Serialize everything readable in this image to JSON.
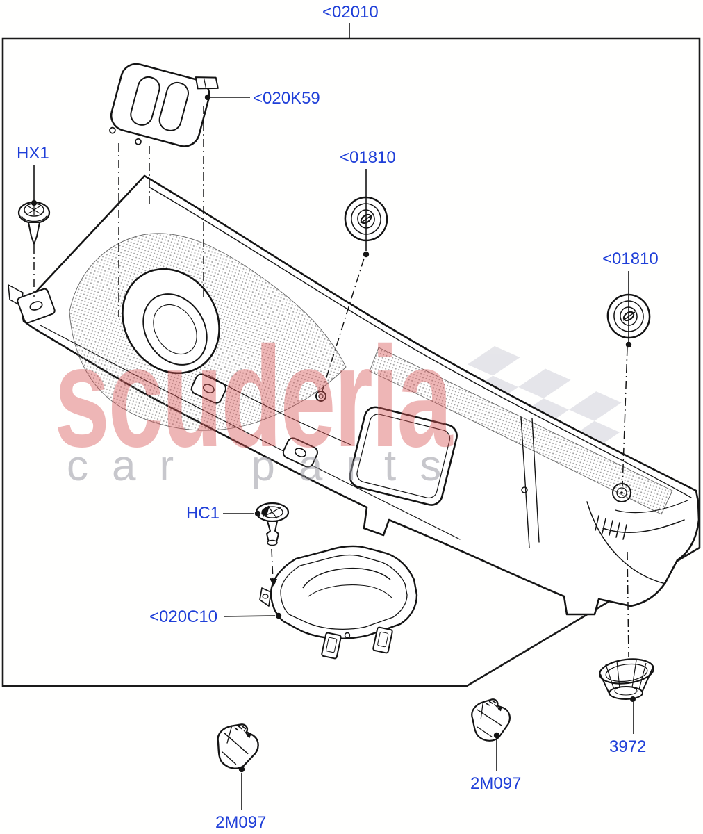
{
  "diagram": {
    "type": "exploded-parts-diagram",
    "subject": "cowl panel assembly"
  },
  "labels": {
    "assembly_panel": "<02010",
    "vent_cover": "<020K59",
    "pin_clip": "HX1",
    "grommet_center": "<01810",
    "grommet_right": "<01810",
    "stud": "HC1",
    "lower_duct": "<020C10",
    "clip_front": "2M097",
    "clip_rear": "2M097",
    "drain_cup": "3972"
  },
  "watermark": {
    "brand": "scuderia",
    "tagline": "car parts"
  },
  "colors": {
    "label_blue": "#1f3fd8",
    "line_black": "#141414",
    "border_black": "#1a1a1a",
    "watermark_red": "#d95454",
    "watermark_gray": "#9b9ba4",
    "flag_gray": "#e3e3e8",
    "mesh_gray": "#8f8f8f",
    "background": "#ffffff"
  }
}
